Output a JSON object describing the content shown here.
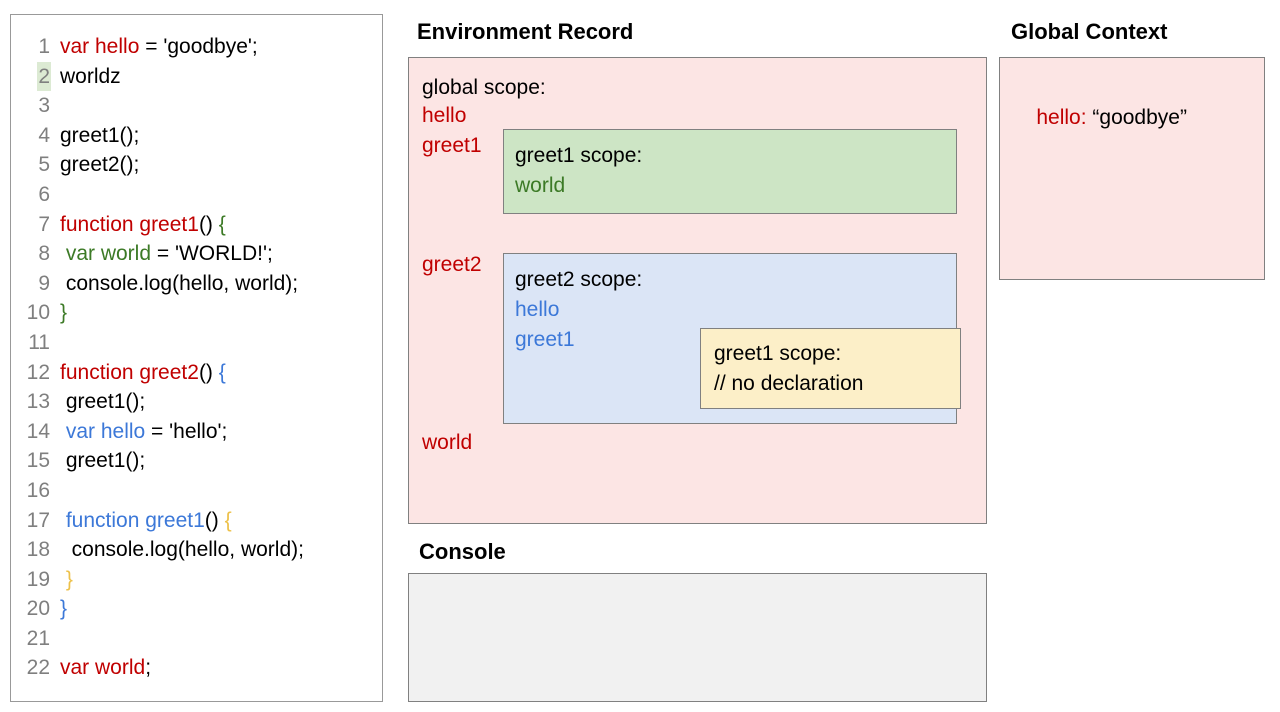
{
  "colors": {
    "red": "#c00000",
    "green": "#3c7a26",
    "blue": "#3c78d8",
    "gold": "#edc14a",
    "pink_panel": "#fce5e4",
    "green_panel": "#cde5c5",
    "blue_panel": "#dbe5f6",
    "yellow_panel": "#fcefc8",
    "console_panel": "#f1f1f1",
    "line_highlight": "#dcead3",
    "border": "#808080",
    "gutter_text": "#7f7f7f"
  },
  "editor": {
    "current_line": 2,
    "lines": [
      {
        "n": "1",
        "tokens": [
          {
            "t": "var hello",
            "c": "red"
          },
          {
            "t": " = 'goodbye';",
            "c": "black"
          }
        ]
      },
      {
        "n": "2",
        "tokens": [
          {
            "t": "worldz",
            "c": "black"
          }
        ]
      },
      {
        "n": "3",
        "tokens": [
          {
            "t": "",
            "c": "black"
          }
        ]
      },
      {
        "n": "4",
        "tokens": [
          {
            "t": "greet1();",
            "c": "black"
          }
        ]
      },
      {
        "n": "5",
        "tokens": [
          {
            "t": "greet2();",
            "c": "black"
          }
        ]
      },
      {
        "n": "6",
        "tokens": [
          {
            "t": "",
            "c": "black"
          }
        ]
      },
      {
        "n": "7",
        "tokens": [
          {
            "t": "function greet1",
            "c": "red"
          },
          {
            "t": "() ",
            "c": "black"
          },
          {
            "t": "{",
            "c": "green"
          }
        ]
      },
      {
        "n": "8",
        "tokens": [
          {
            "t": " var world",
            "c": "green"
          },
          {
            "t": " = 'WORLD!';",
            "c": "black"
          }
        ]
      },
      {
        "n": "9",
        "tokens": [
          {
            "t": " console.log(hello, world);",
            "c": "black"
          }
        ]
      },
      {
        "n": "10",
        "tokens": [
          {
            "t": "}",
            "c": "green"
          }
        ]
      },
      {
        "n": "11",
        "tokens": [
          {
            "t": "",
            "c": "black"
          }
        ]
      },
      {
        "n": "12",
        "tokens": [
          {
            "t": "function greet2",
            "c": "red"
          },
          {
            "t": "() ",
            "c": "black"
          },
          {
            "t": "{",
            "c": "blue"
          }
        ]
      },
      {
        "n": "13",
        "tokens": [
          {
            "t": " greet1();",
            "c": "black"
          }
        ]
      },
      {
        "n": "14",
        "tokens": [
          {
            "t": " var hello",
            "c": "blue"
          },
          {
            "t": " = 'hello';",
            "c": "black"
          }
        ]
      },
      {
        "n": "15",
        "tokens": [
          {
            "t": " greet1();",
            "c": "black"
          }
        ]
      },
      {
        "n": "16",
        "tokens": [
          {
            "t": "",
            "c": "black"
          }
        ]
      },
      {
        "n": "17",
        "tokens": [
          {
            "t": " function greet1",
            "c": "blue"
          },
          {
            "t": "() ",
            "c": "black"
          },
          {
            "t": "{",
            "c": "gold"
          }
        ]
      },
      {
        "n": "18",
        "tokens": [
          {
            "t": "  console.log(hello, world);",
            "c": "black"
          }
        ]
      },
      {
        "n": "19",
        "tokens": [
          {
            "t": " }",
            "c": "gold"
          }
        ]
      },
      {
        "n": "20",
        "tokens": [
          {
            "t": "}",
            "c": "blue"
          }
        ]
      },
      {
        "n": "21",
        "tokens": [
          {
            "t": "",
            "c": "black"
          }
        ]
      },
      {
        "n": "22",
        "tokens": [
          {
            "t": "var world",
            "c": "red"
          },
          {
            "t": ";",
            "c": "black"
          }
        ]
      }
    ]
  },
  "environment_record": {
    "title": "Environment Record",
    "global_scope": {
      "label": "global scope:",
      "bindings": [
        {
          "name": "hello",
          "color": "red"
        },
        {
          "name": "greet1",
          "color": "red"
        },
        {
          "name": "greet2",
          "color": "red"
        },
        {
          "name": "world",
          "color": "red"
        }
      ]
    },
    "greet1_scope": {
      "label": "greet1 scope:",
      "bindings": [
        {
          "name": "world",
          "color": "green"
        }
      ]
    },
    "greet2_scope": {
      "label": "greet2 scope:",
      "bindings": [
        {
          "name": "hello",
          "color": "blue"
        },
        {
          "name": "greet1",
          "color": "blue"
        }
      ]
    },
    "greet1_inner_scope": {
      "label": "greet1 scope:",
      "note": "// no declaration"
    }
  },
  "global_context": {
    "title": "Global Context",
    "entries": [
      {
        "key": "hello:",
        "value": "“goodbye”"
      }
    ]
  },
  "console": {
    "title": "Console",
    "output": ""
  }
}
